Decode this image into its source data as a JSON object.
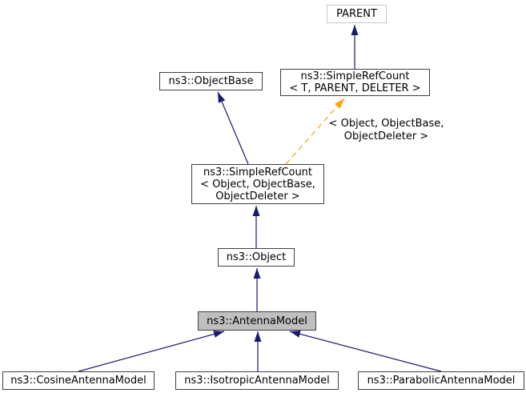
{
  "diagram": {
    "type": "inheritance-graph",
    "colors": {
      "inheritance_edge": "#191970",
      "template_edge": "#ffa500",
      "node_border": "#404040",
      "external_node_border": "#c8c8c8",
      "current_node_fill": "#bfbfbf",
      "background": "#ffffff"
    },
    "nodes": [
      {
        "id": "parent",
        "label": "PARENT"
      },
      {
        "id": "object-base",
        "label": "ns3::ObjectBase"
      },
      {
        "id": "simple-ref-count-template",
        "label": "ns3::SimpleRefCount\n< T, PARENT, DELETER >"
      },
      {
        "id": "simple-ref-count-object",
        "label": "ns3::SimpleRefCount\n< Object, ObjectBase,\nObjectDeleter >"
      },
      {
        "id": "object",
        "label": "ns3::Object"
      },
      {
        "id": "antenna-model",
        "label": "ns3::AntennaModel"
      },
      {
        "id": "cosine-antenna-model",
        "label": "ns3::CosineAntennaModel"
      },
      {
        "id": "isotropic-antenna-model",
        "label": "ns3::IsotropicAntennaModel"
      },
      {
        "id": "parabolic-antenna-model",
        "label": "ns3::ParabolicAntennaModel"
      }
    ],
    "edge_label": "< Object, ObjectBase,\nObjectDeleter >"
  }
}
